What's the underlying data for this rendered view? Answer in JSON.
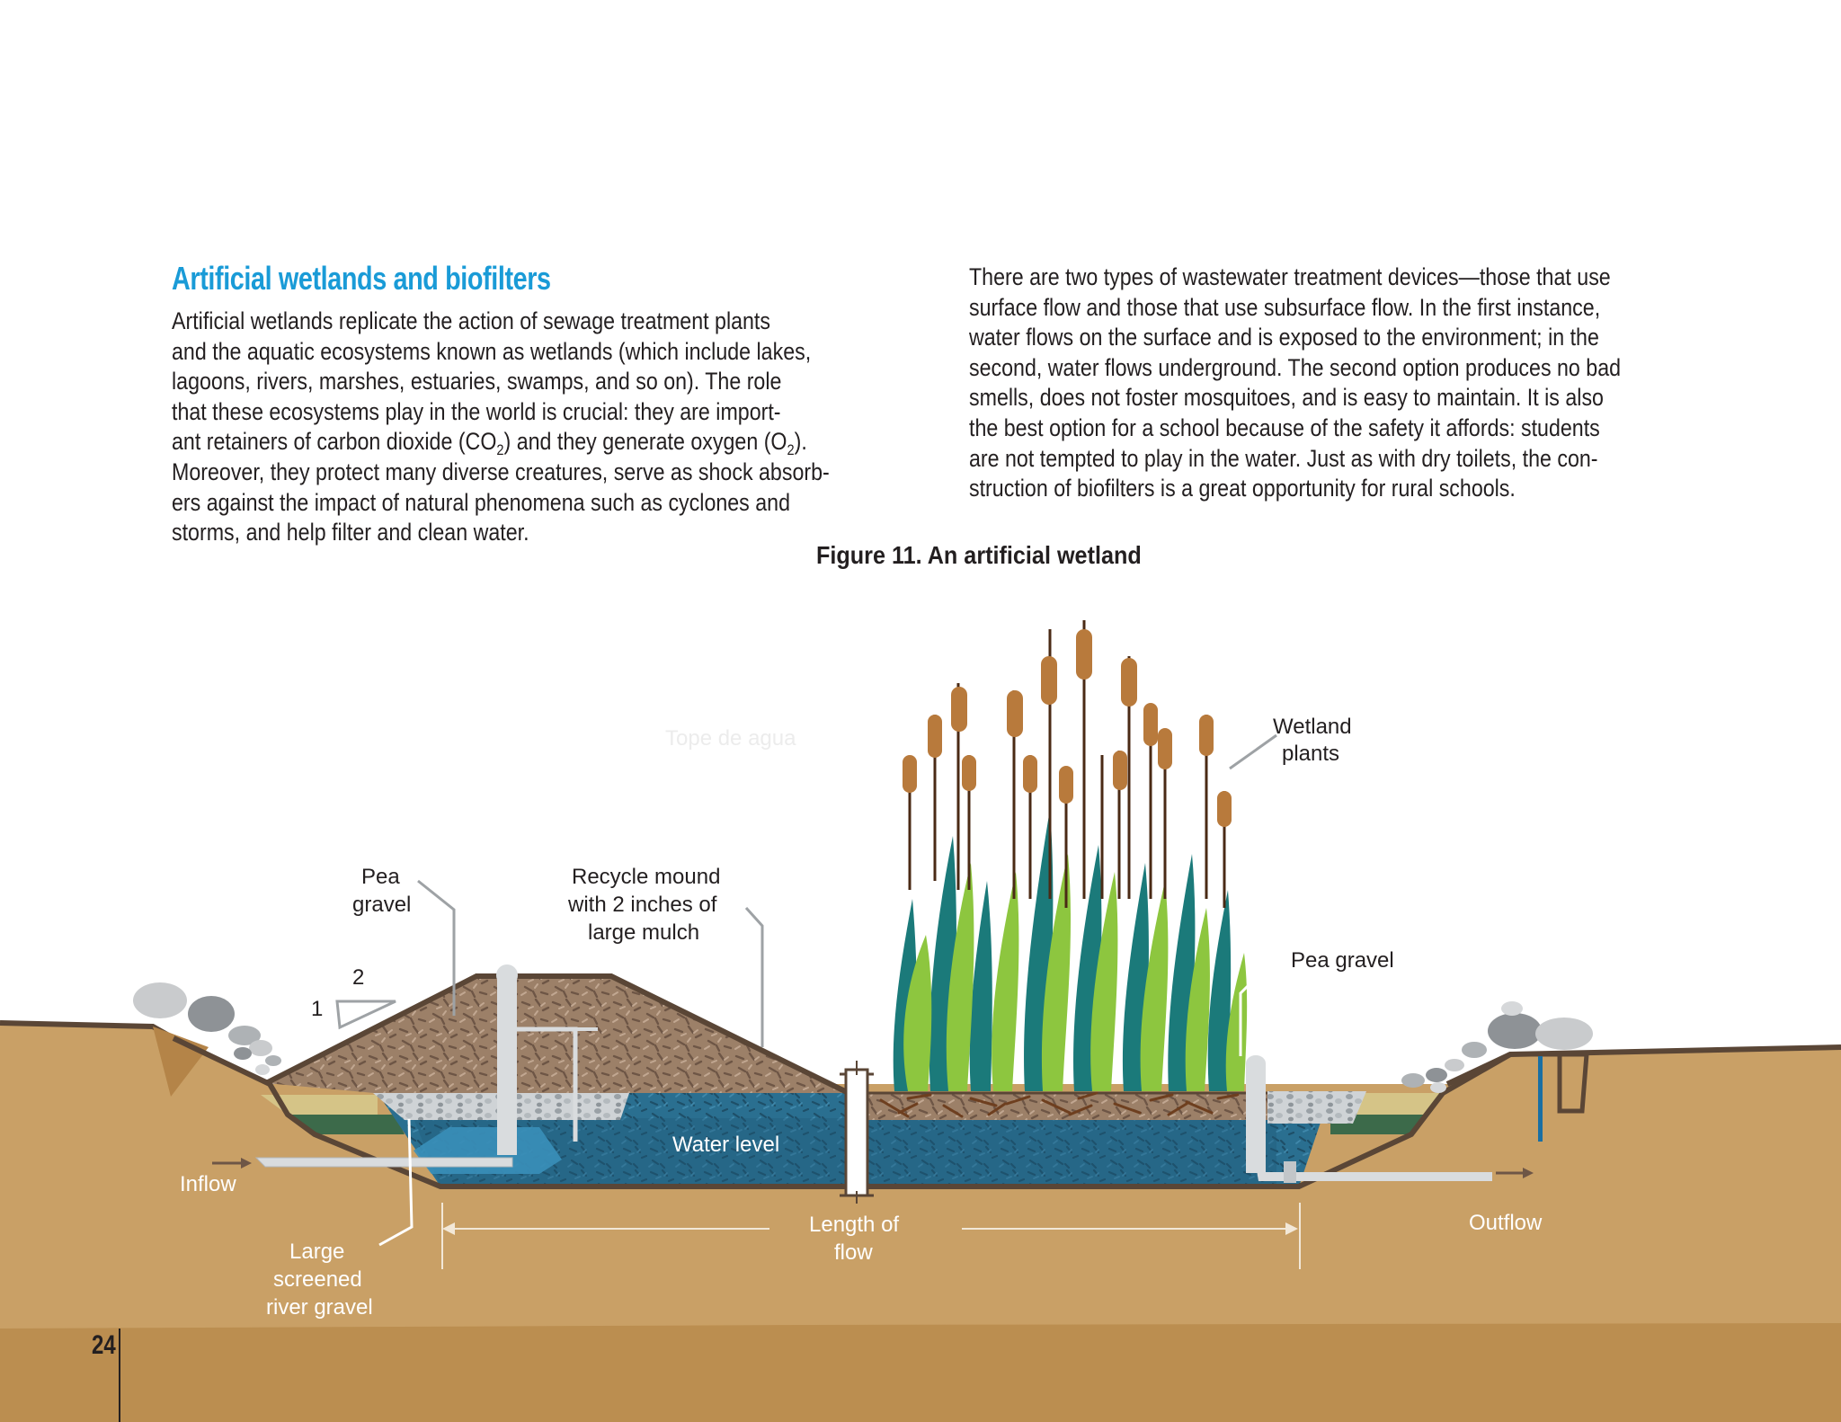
{
  "section": {
    "heading": "Artificial wetlands and biofilters",
    "left_paragraph": {
      "line1": "Artificial wetlands replicate the action of sewage treatment plants",
      "line2": "and the aquatic ecosystems known as wetlands (which include lakes,",
      "line3": "lagoons, rivers, marshes, estuaries, swamps, and so on). The role",
      "line4": "that these ecosystems play in the world is crucial: they are import-",
      "line5_a": "ant retainers of carbon dioxide (CO",
      "line5_sub1": "2",
      "line5_b": ") and they generate oxygen (O",
      "line5_sub2": "2",
      "line5_c": ").",
      "line6": "Moreover, they protect many diverse creatures, serve as shock absorb-",
      "line7": "ers against the impact of natural phenomena such as cyclones and",
      "line8": "storms, and help filter and clean water."
    },
    "right_paragraph": {
      "line1": "There are two types of wastewater treatment devices—those that use",
      "line2": "surface flow and those that use subsurface flow. In the first instance,",
      "line3": "water flows on the surface and is exposed to the environment; in the",
      "line4": "second, water flows underground. The second option produces no bad",
      "line5": "smells, does not foster mosquitoes, and is easy to maintain. It is also",
      "line6": "the best option for a school because of the safety it affords: students",
      "line7": "are not tempted to play in the water. Just as with dry toilets, the con-",
      "line8": "struction of biofilters is a great opportunity for rural schools."
    }
  },
  "figure": {
    "title": "Figure 11. An artificial wetland",
    "labels": {
      "ghost_water_top": "Tope de agua",
      "wetland_plants_1": "Wetland",
      "wetland_plants_2": "plants",
      "pea_gravel_left_1": "Pea",
      "pea_gravel_left_2": "gravel",
      "recycle_1": "Recycle mound",
      "recycle_2": "with 2 inches of",
      "recycle_3": "large mulch",
      "pea_gravel_right": "Pea gravel",
      "slope_2": "2",
      "slope_1": "1",
      "water_level": "Water level",
      "inflow": "Inflow",
      "outflow": "Outflow",
      "length_1": "Length of",
      "length_2": "flow",
      "river_gravel_1": "Large",
      "river_gravel_2": "screened",
      "river_gravel_3": "river gravel"
    },
    "colors": {
      "soil": "#c9a066",
      "soil_dark": "#bb8e50",
      "mound": "#9c8068",
      "water": "#2a6f90",
      "outline": "#5a4636",
      "plant_green": "#8dc63f",
      "plant_teal": "#1b7a7a",
      "cattail": "#b87a3c"
    }
  },
  "footer": {
    "page_number": "24"
  }
}
